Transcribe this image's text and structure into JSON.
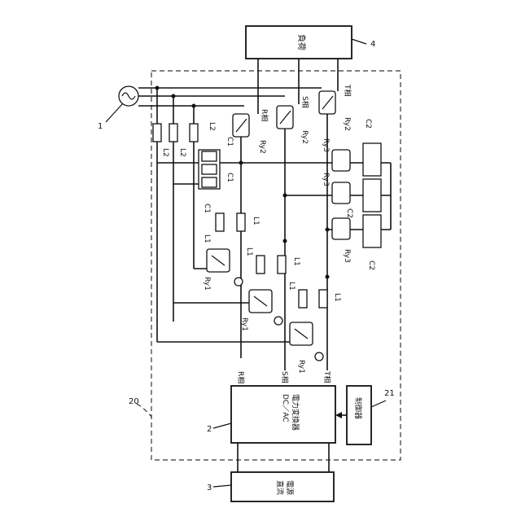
{
  "title": "",
  "blocks": {
    "load": "負荷",
    "converter_line1": "DC／AC",
    "converter_line2": "電力変換器",
    "controller": "制御器",
    "dc_source_line1": "直流",
    "dc_source_line2": "電源"
  },
  "ref_numbers": {
    "grid": "1",
    "converter": "2",
    "dc_source": "3",
    "load": "4",
    "device": "20",
    "controller": "21"
  },
  "phases": {
    "r": "R相",
    "s": "S相",
    "t": "T相"
  },
  "components": {
    "l1": "L1",
    "l2": "L2",
    "c1": "C1",
    "c2": "C2",
    "ry1": "Ry1",
    "ry2": "Ry2",
    "ry3": "Ry3"
  }
}
